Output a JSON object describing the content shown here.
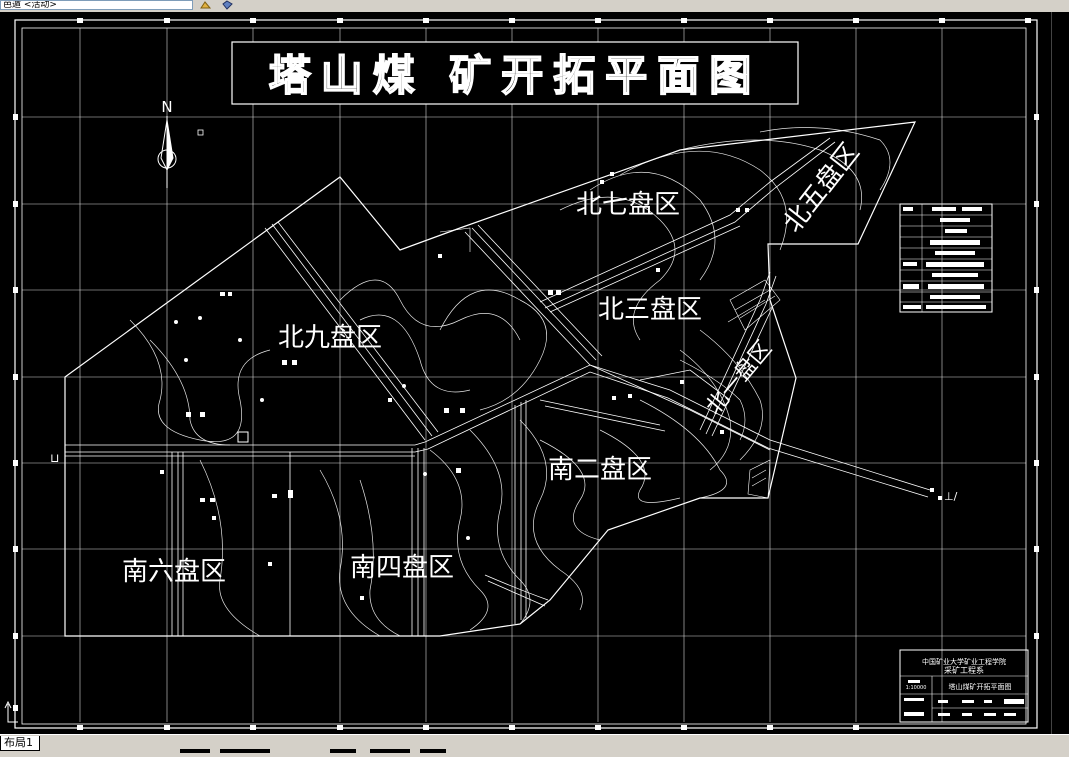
{
  "toolbar": {
    "field_text": "芭遁 <活动>"
  },
  "drawing": {
    "title": "塔山煤 矿开拓平面图",
    "north": "N",
    "districts": {
      "n7": "北七盘区",
      "n5": "北五盘区",
      "n3": "北三盘区",
      "n9": "北九盘区",
      "n1": "北一盘区",
      "s2": "南二盘区",
      "s4": "南四盘区",
      "s6": "南六盘区"
    },
    "titleblock": {
      "line1": "中国矿业大学矿业工程学院",
      "line2": "采矿工程系",
      "line3": "塔山煤矿开拓平面图",
      "scale": "1:10000"
    },
    "marker_left": "⊔",
    "marker_right": "⊥/"
  },
  "statusbar": {
    "tab_label": "布局1"
  }
}
